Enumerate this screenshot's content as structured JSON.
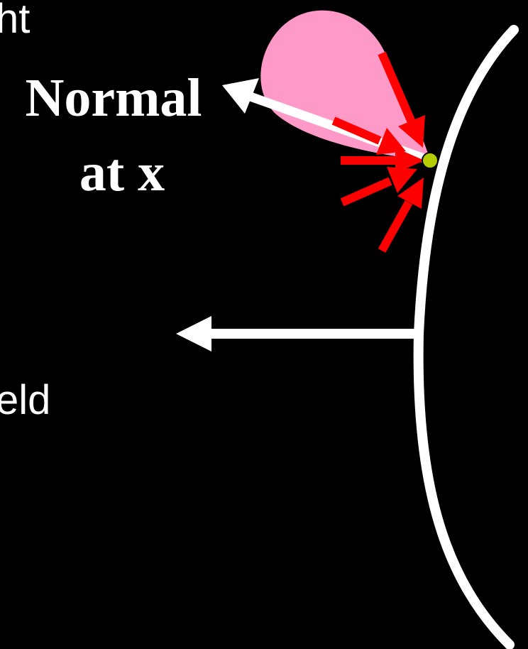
{
  "labels": {
    "cropped_top": "ht",
    "normal_line1": "Normal",
    "normal_line2": "at x",
    "cropped_middle": "eld"
  },
  "colors": {
    "background": "#000000",
    "surface": "#ffffff",
    "lobe": "#ff99c8",
    "rays": "#ff0000",
    "point": "#b5cc00"
  }
}
